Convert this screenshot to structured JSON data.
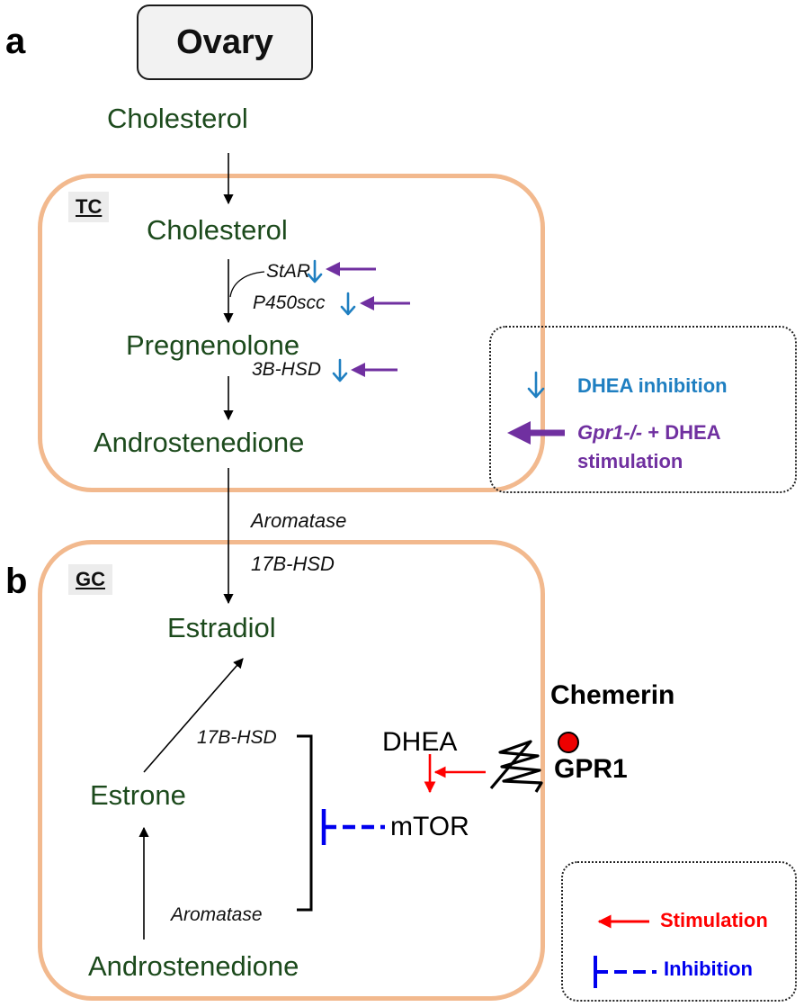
{
  "panels": {
    "a": "a",
    "b": "b"
  },
  "ovary": "Ovary",
  "tc": {
    "tag": "TC",
    "cholesterol_outside": "Cholesterol",
    "cholesterol": "Cholesterol",
    "pregnenolone": "Pregnenolone",
    "androstenedione": "Androstenedione",
    "enzymes": {
      "star": "StAR",
      "p450scc": "P450scc",
      "hsd3b": "3B-HSD"
    }
  },
  "transfer_enzymes": {
    "aromatase": "Aromatase",
    "hsd17b": "17B-HSD"
  },
  "gc": {
    "tag": "GC",
    "estradiol": "Estradiol",
    "estrone": "Estrone",
    "androstenedione": "Androstenedione",
    "enzymes": {
      "hsd17b": "17B-HSD",
      "aromatase": "Aromatase"
    },
    "dhea": "DHEA",
    "mtor": "mTOR"
  },
  "receptor": {
    "chemerin": "Chemerin",
    "gpr1": "GPR1"
  },
  "legend_top": {
    "dhea_inhibition": "DHEA inhibition",
    "gpr1_italic": "Gpr1-/-",
    "gpr1_rest": " + DHEA",
    "gpr1_line2": "stimulation"
  },
  "legend_bottom": {
    "stimulation": "Stimulation",
    "inhibition": "Inhibition"
  },
  "colors": {
    "blue_arrow": "#1f7fc1",
    "purple_arrow": "#7030a0",
    "red": "#ff0000",
    "inhibition_blue": "#0000ee",
    "cell_border": "#f2b98e",
    "metabolite_green": "#1c4a1c"
  }
}
